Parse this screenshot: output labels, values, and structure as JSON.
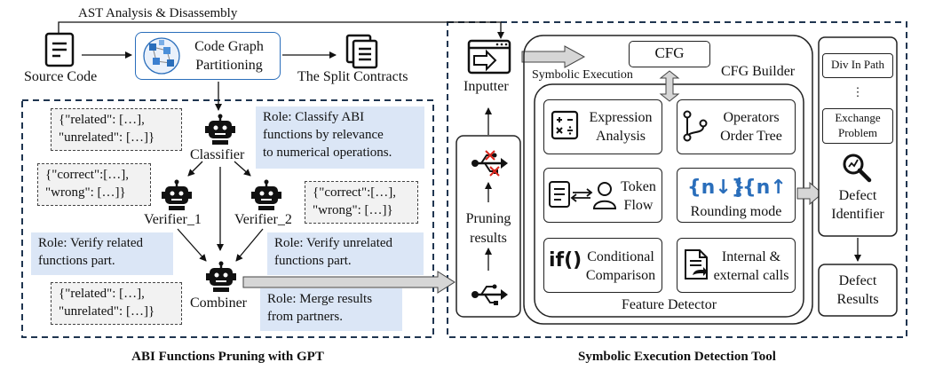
{
  "top_arrow_label": "AST Analysis & Disassembly",
  "source_code": "Source Code",
  "code_graph": [
    "Code Graph",
    "Partitioning"
  ],
  "split_contracts": "The Split Contracts",
  "left_panel_title": "ABI Functions Pruning with GPT",
  "right_panel_title": "Symbolic Execution Detection Tool",
  "classifier": {
    "label": "Classifier",
    "role": [
      "Role: Classify ABI",
      "functions by relevance",
      "to numerical operations."
    ],
    "json": [
      "{\"related\": […],",
      "\"unrelated\": […]}"
    ]
  },
  "verifier_1": {
    "label": "Verifier_1",
    "role": [
      "Role: Verify related",
      "functions part."
    ],
    "json": [
      "{\"correct\":[…],",
      "\"wrong\": […]}"
    ]
  },
  "verifier_2": {
    "label": "Verifier_2",
    "role": [
      "Role: Verify unrelated",
      "functions part."
    ],
    "json": [
      "{\"correct\":[…],",
      "\"wrong\": […]}"
    ]
  },
  "combiner": {
    "label": "Combiner",
    "role": [
      "Role: Merge results",
      "from partners."
    ],
    "json": [
      "{\"related\": […],",
      "\"unrelated\": […]}"
    ]
  },
  "inputter": "Inputter",
  "pruning_results": [
    "Pruning",
    "results"
  ],
  "cfg": "CFG",
  "symbolic_execution": "Symbolic Execution",
  "cfg_builder": "CFG Builder",
  "feature_detector": "Feature Detector",
  "features": {
    "expression": [
      "Expression",
      "Analysis"
    ],
    "operators": [
      "Operators",
      "Order Tree"
    ],
    "token": [
      "Token",
      "Flow"
    ],
    "rounding": "Rounding mode",
    "conditional": [
      "Conditional",
      "Comparison"
    ],
    "calls": [
      "Internal &",
      "external calls"
    ]
  },
  "defect_identifier_panel": {
    "div_in_path": "Div In Path",
    "ellipsis": "⋮",
    "exchange_problem": [
      "Exchange",
      "Problem"
    ],
    "defect_identifier": [
      "Defect",
      "Identifier"
    ]
  },
  "defect_results": [
    "Defect",
    "Results"
  ],
  "colors": {
    "role_bg": "#dbe6f6",
    "json_bg": "#f2f2f2",
    "accent_blue": "#2a6ebb",
    "cross_red": "#d9261c",
    "arrow_gray": "#d6d6d6"
  }
}
